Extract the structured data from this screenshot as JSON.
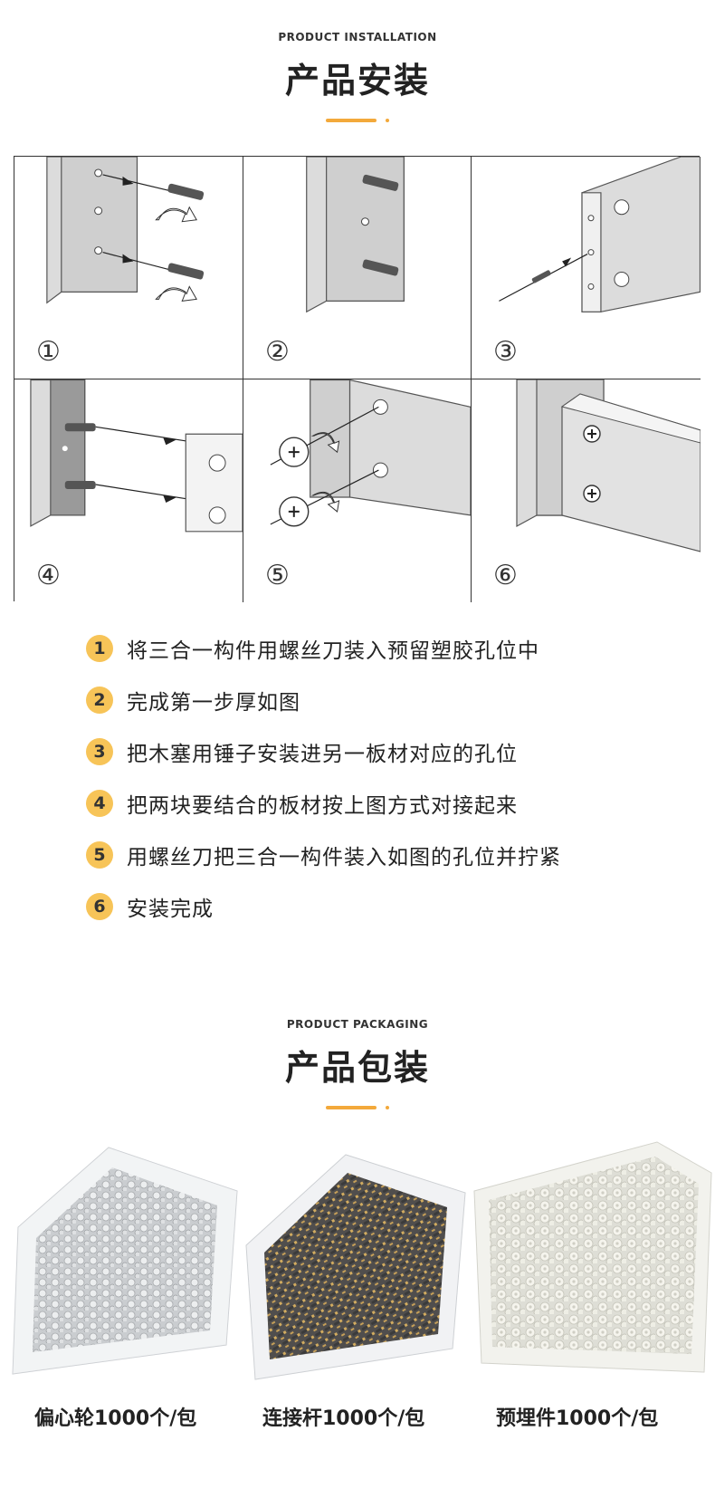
{
  "installation": {
    "en_title": "PRODUCT INSTALLATION",
    "zh_title": "产品安装",
    "panels": [
      {
        "number": "①"
      },
      {
        "number": "②"
      },
      {
        "number": "③"
      },
      {
        "number": "④"
      },
      {
        "number": "⑤"
      },
      {
        "number": "⑥"
      }
    ],
    "steps": [
      {
        "badge": "1",
        "text": "将三合一构件用螺丝刀装入预留塑胶孔位中"
      },
      {
        "badge": "2",
        "text": "完成第一步厚如图"
      },
      {
        "badge": "3",
        "text": "把木塞用锤子安装进另一板材对应的孔位"
      },
      {
        "badge": "4",
        "text": "把两块要结合的板材按上图方式对接起来"
      },
      {
        "badge": "5",
        "text": "用螺丝刀把三合一构件装入如图的孔位并拧紧"
      },
      {
        "badge": "6",
        "text": "安装完成"
      }
    ]
  },
  "packaging": {
    "en_title": "PRODUCT PACKAGING",
    "zh_title": "产品包装",
    "items": [
      {
        "caption": "偏心轮1000个/包",
        "icon": "cam-lock-bag-photo"
      },
      {
        "caption": "连接杆1000个/包",
        "icon": "connecting-rod-bag-photo"
      },
      {
        "caption": "预埋件1000个/包",
        "icon": "embedded-insert-bag-photo"
      }
    ]
  },
  "colors": {
    "accent": "#f3a93b",
    "badge": "#f7c458",
    "panel_gray": "#d8d8d8"
  }
}
